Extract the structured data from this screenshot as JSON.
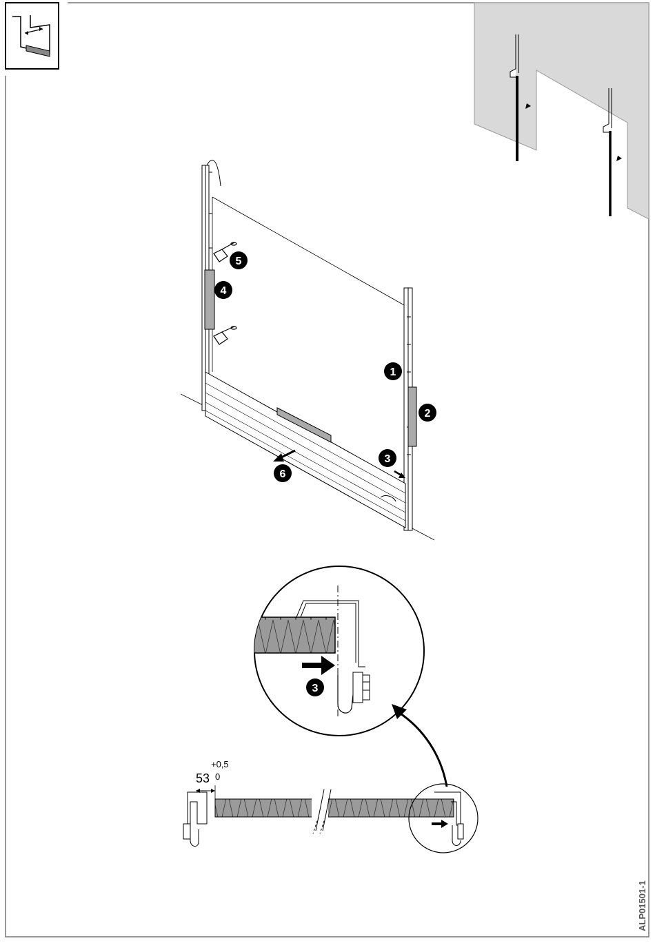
{
  "document_id": "ALP01501-1",
  "callouts": {
    "c1": "1",
    "c2": "2",
    "c3": "3",
    "c4": "4",
    "c5": "5",
    "c6": "6",
    "detail": "3"
  },
  "dimension": {
    "value": "53",
    "tol_upper": "+0,5",
    "tol_lower": "0"
  },
  "colors": {
    "line": "#000000",
    "wall": "#d9d9d9",
    "insulation": "#9a9a9a",
    "panel_fill": "#ffffff"
  },
  "icons": [
    "step-symbol-icon",
    "arrow-right-icon",
    "curved-arrow-icon"
  ]
}
